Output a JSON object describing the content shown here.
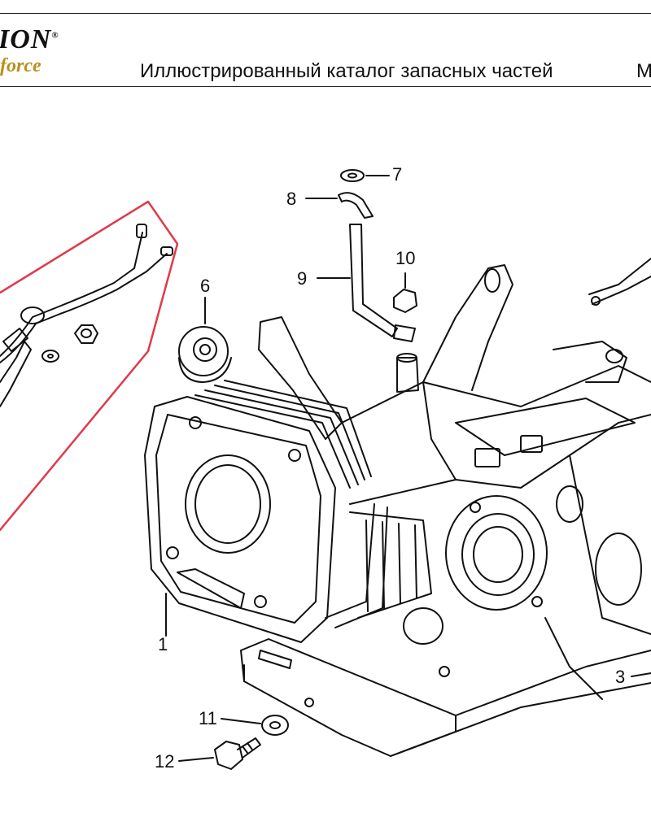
{
  "header": {
    "brand": "ION",
    "brand_mark": "®",
    "tagline": "force",
    "catalog_title": "Иллюстрированный каталог запасных частей",
    "page_letter": "M"
  },
  "callouts": [
    {
      "id": "1",
      "label": "1"
    },
    {
      "id": "3",
      "label": "3"
    },
    {
      "id": "6",
      "label": "6"
    },
    {
      "id": "7",
      "label": "7"
    },
    {
      "id": "8",
      "label": "8"
    },
    {
      "id": "9",
      "label": "9"
    },
    {
      "id": "10",
      "label": "10"
    },
    {
      "id": "11",
      "label": "11"
    },
    {
      "id": "12",
      "label": "12"
    }
  ],
  "colors": {
    "ink": "#111111",
    "highlight": "#e03a4a",
    "logo_accent": "#b8901c"
  }
}
